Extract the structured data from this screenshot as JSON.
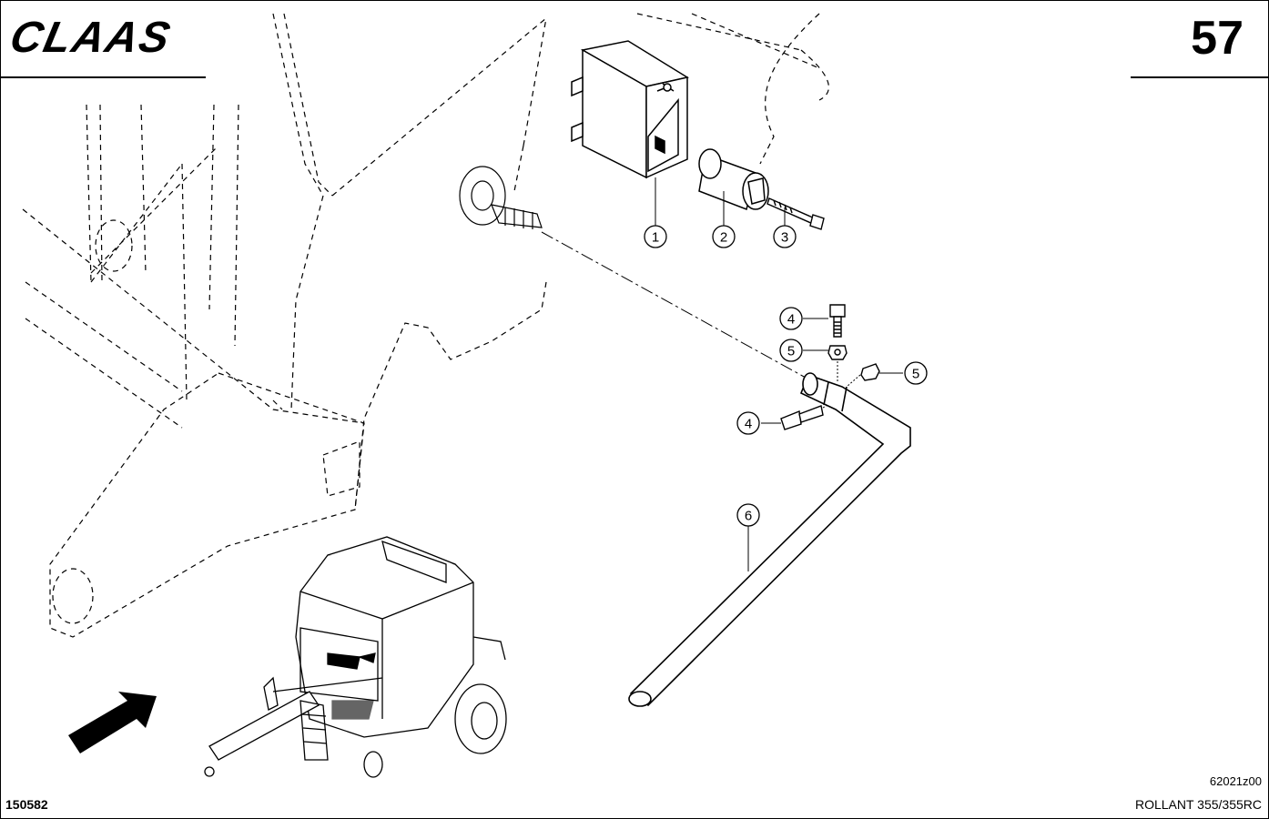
{
  "header": {
    "brand": "CLAAS",
    "page_number": "57"
  },
  "footer": {
    "drawing_ref": "62021z00",
    "model": "ROLLANT 355/355RC",
    "document_number": "150582"
  },
  "callouts": [
    {
      "id": "1",
      "label": "1"
    },
    {
      "id": "2",
      "label": "2"
    },
    {
      "id": "3",
      "label": "3"
    },
    {
      "id": "4a",
      "label": "4"
    },
    {
      "id": "5a",
      "label": "5"
    },
    {
      "id": "5b",
      "label": "5"
    },
    {
      "id": "4b",
      "label": "4"
    },
    {
      "id": "6",
      "label": "6"
    }
  ]
}
